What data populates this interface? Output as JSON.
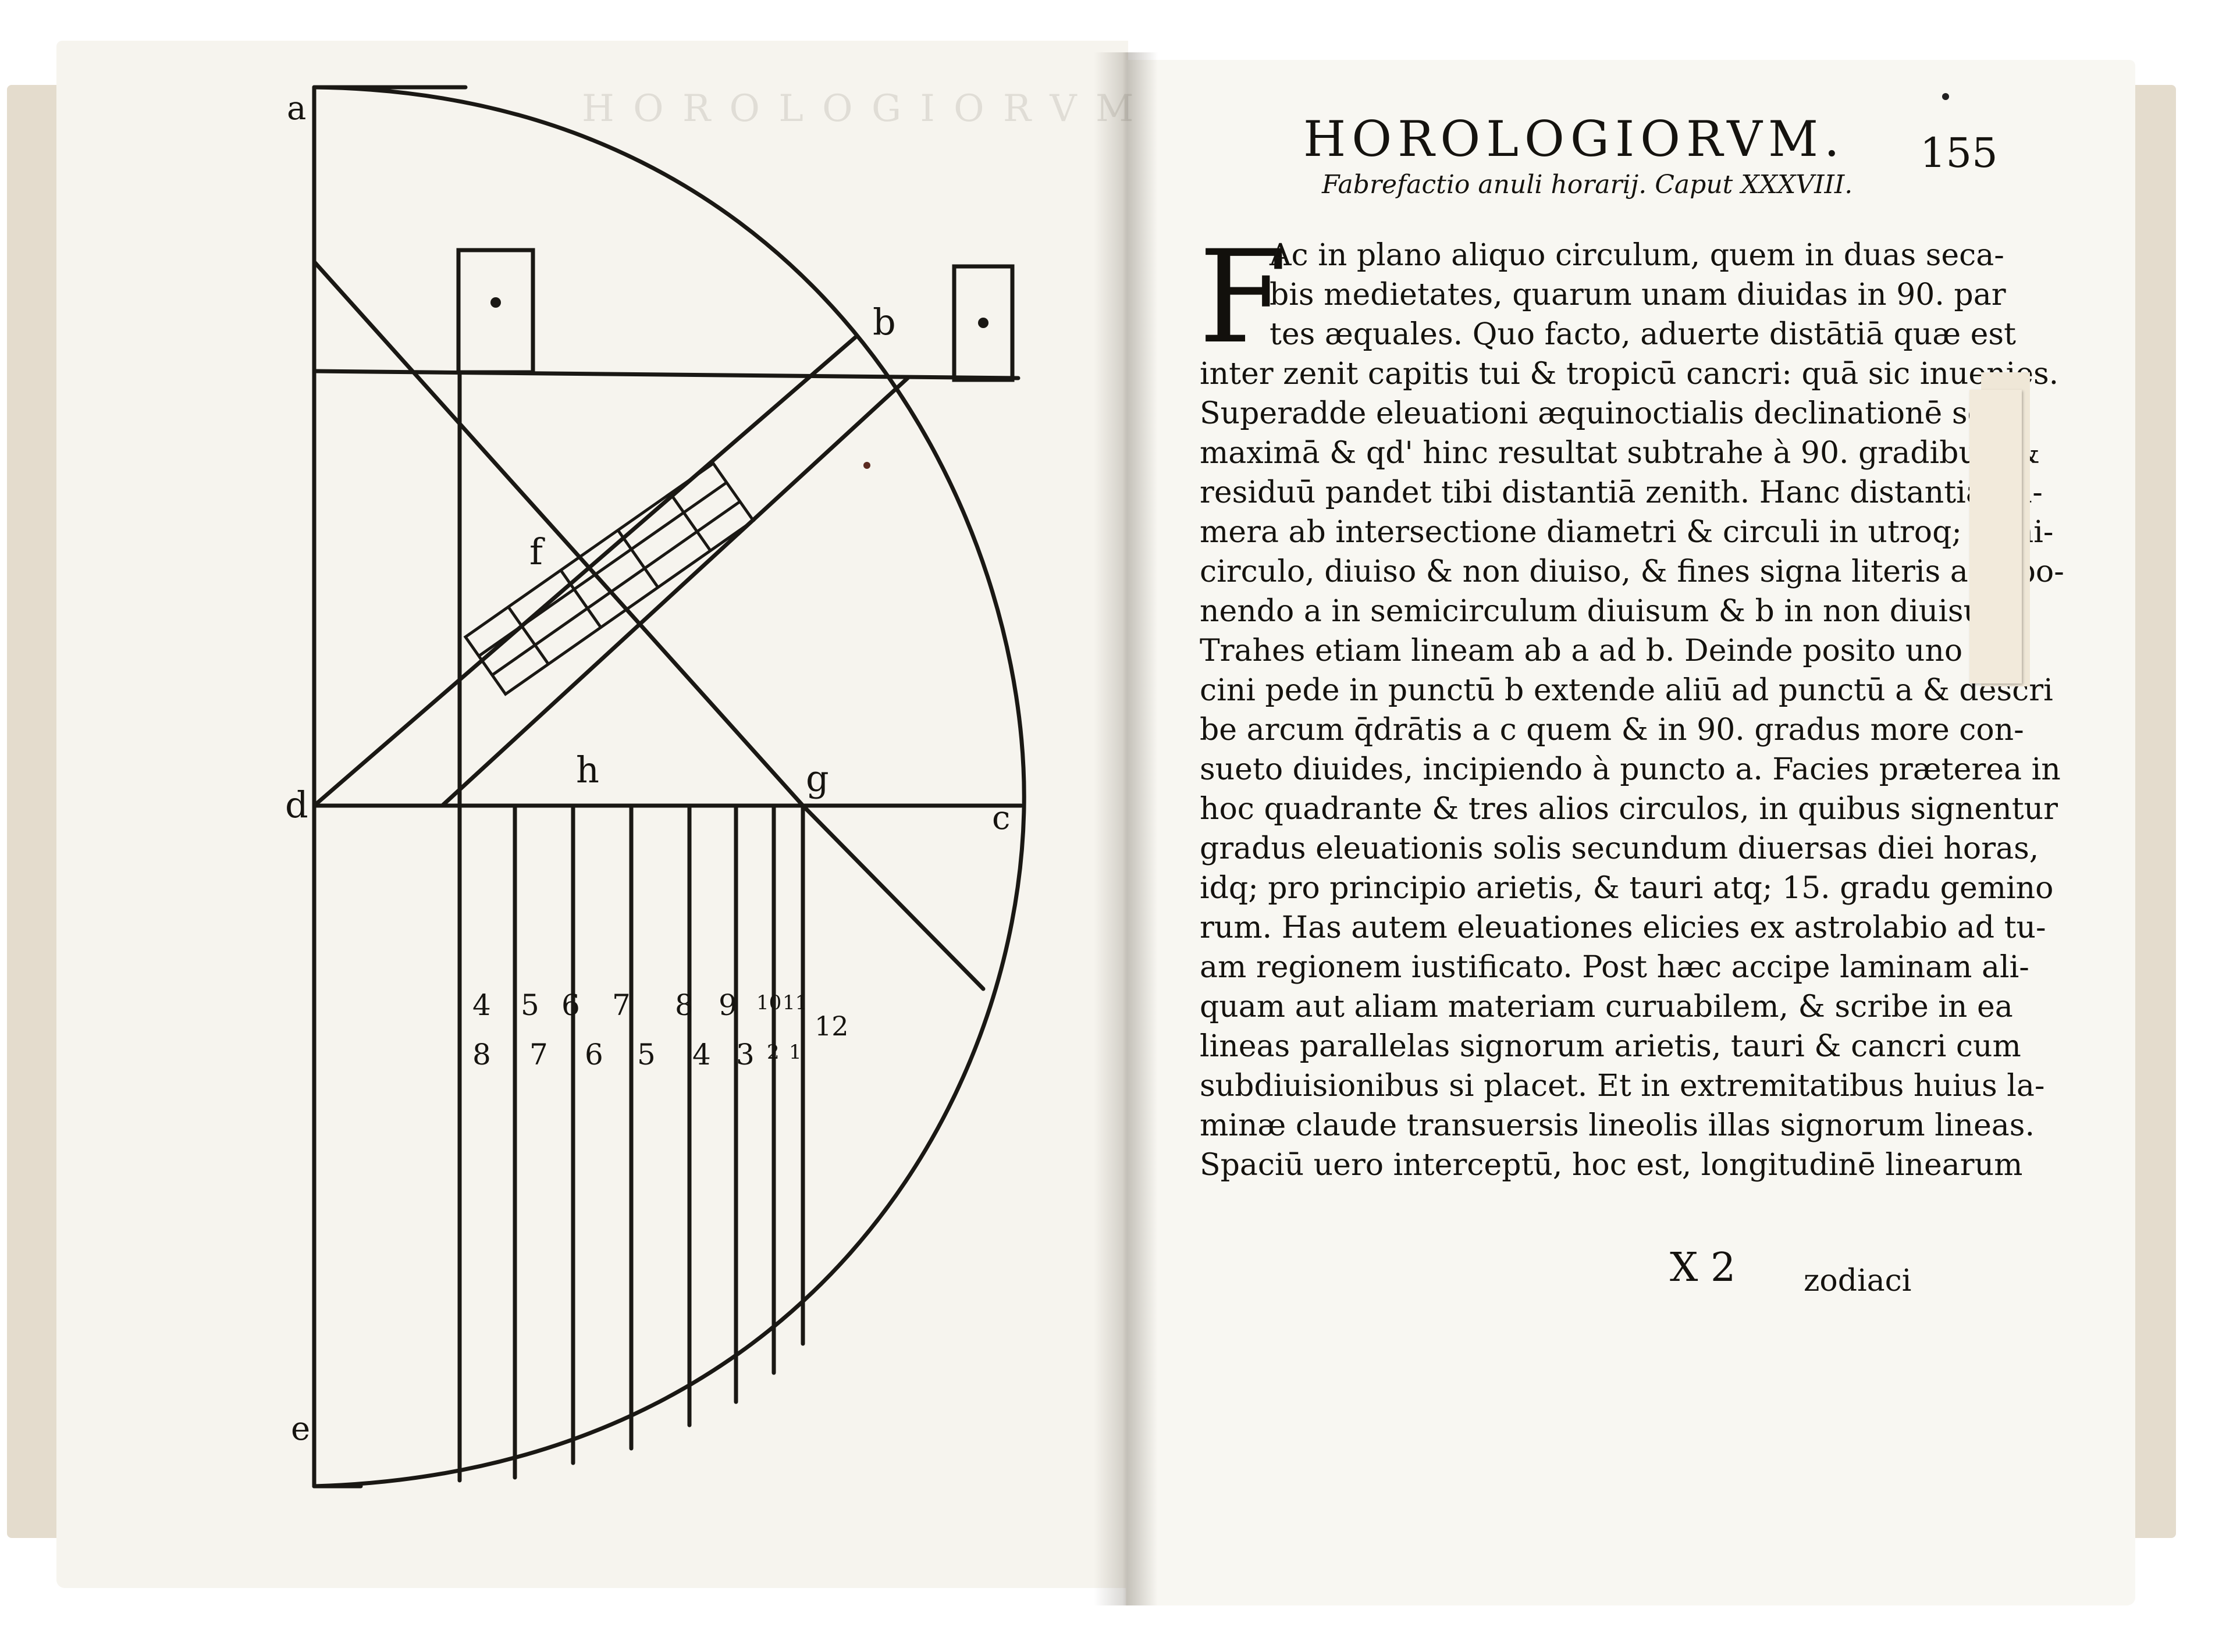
{
  "left_page": {
    "figure_labels": {
      "a": "a",
      "b": "b",
      "c": "c",
      "d": "d",
      "e": "e",
      "f": "f",
      "g": "g",
      "h": "h"
    },
    "hour_row_top": [
      "4",
      "5",
      "6",
      "7",
      "8",
      "9",
      "10",
      "11"
    ],
    "hour_row_bottom": [
      "8",
      "7",
      "6",
      "5",
      "4",
      "3",
      "2",
      "1"
    ],
    "noon_label": "12"
  },
  "right_page": {
    "running_head": "HOROLOGIORVM.",
    "page_number": "155",
    "chapter_caption": "Fabrefactio anuli horarij. Caput XXXVIII.",
    "drop_cap": "F",
    "lines": [
      "Ac in plano aliquo circulum, quem in duas seca-",
      "bis medietates, quarum unam diuidas in 90. par",
      "tes æquales. Quo facto, aduerte distātiā quæ est",
      "inter zenit capitis tui & tropicū cancri: quā sic inuenies.",
      "Superadde eleuationi æquinoctialis declinationē solis",
      "maximā & qd' hinc resultat subtrahe à 90. gradibus, &",
      "residuū pandet tibi distantiā zenith. Hanc distantiā nu-",
      "mera ab intersectione diametri & circuli in utroq; semi-",
      "circulo, diuiso & non diuiso, & fines signa literis a b, po-",
      "nendo a in semicirculum diuisum & b in non diuisum.",
      "Trahes etiam lineam ab a ad b. Deinde posito uno cir-",
      "cini pede in punctū b extende aliū ad punctū a & descri",
      "be arcum q̄drātis a c quem & in 90. gradus more con-",
      "sueto diuides, incipiendo à puncto a. Facies præterea in",
      "hoc quadrante & tres alios circulos, in quibus signentur",
      "gradus eleuationis solis secundum diuersas diei horas,",
      "idq; pro principio arietis, & tauri atq; 15. gradu gemino",
      "rum. Has autem eleuationes elicies ex astrolabio ad tu-",
      "am regionem iustificato. Post hæc accipe laminam ali-",
      "quam aut aliam materiam curuabilem, & scribe in ea",
      "lineas parallelas signorum arietis, tauri & cancri cum",
      "subdiuisionibus si placet. Et in extremitatibus huius la-",
      "minæ claude transuersis lineolis illas signorum lineas.",
      "Spaciū uero interceptū, hoc est, longitudinē linearum"
    ],
    "signature": "X 2",
    "catchword": "zodiaci"
  }
}
